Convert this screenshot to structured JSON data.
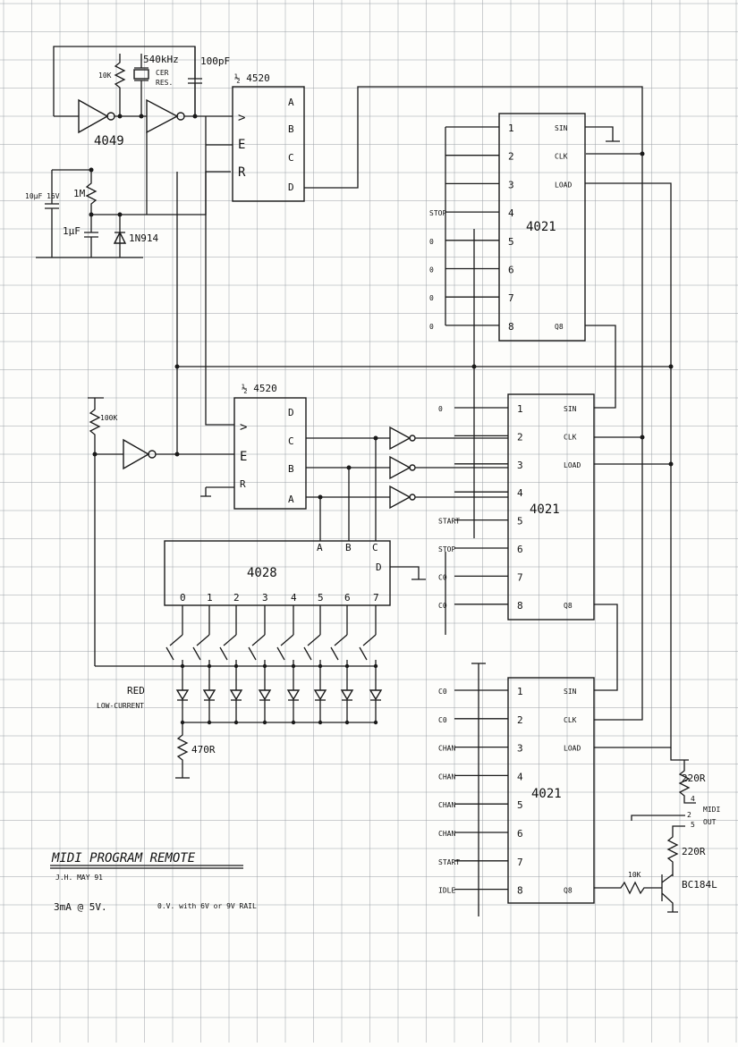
{
  "title": "MIDI PROGRAM REMOTE",
  "author_date": "J.H. MAY 91",
  "supply_note": "3mA @ 5V.",
  "rail_note": "0.V. with 6V or 9V RAIL",
  "oscillator": {
    "resistor": "10K",
    "crystal": "540kHz",
    "crystal_sub1": "CER",
    "crystal_sub2": "RES.",
    "capacitor": "100pF",
    "inverter_ic": "4049"
  },
  "reset_circuit": {
    "cap_main": "10µF 16V",
    "resistor": "1M",
    "cap_small": "1µF",
    "diode": "1N914"
  },
  "counter_top": {
    "name": "½ 4520",
    "inputs": [
      ">",
      "E",
      "R"
    ],
    "outputs": [
      "A",
      "B",
      "C",
      "D"
    ]
  },
  "counter_mid": {
    "name": "½ 4520",
    "inputs": [
      ">",
      "E",
      "R"
    ],
    "outputs": [
      "D",
      "C",
      "B",
      "A"
    ],
    "pullup": "100K"
  },
  "decoder": {
    "name": "4028",
    "inputs": [
      "A",
      "B",
      "C",
      "D"
    ],
    "outputs": [
      "0",
      "1",
      "2",
      "3",
      "4",
      "5",
      "6",
      "7"
    ],
    "led_label_1": "RED",
    "led_label_2": "LOW-CURRENT",
    "resistor": "470R"
  },
  "shift_registers": [
    {
      "name": "4021",
      "pins": [
        "1",
        "2",
        "3",
        "4",
        "5",
        "6",
        "7",
        "8"
      ],
      "right_pins": [
        "SIN",
        "CLK",
        "LOAD",
        "Q8"
      ],
      "inputs": [
        "",
        "",
        "",
        "STOP",
        "0",
        "0",
        "0",
        "0"
      ]
    },
    {
      "name": "4021",
      "pins": [
        "1",
        "2",
        "3",
        "4",
        "5",
        "6",
        "7",
        "8"
      ],
      "right_pins": [
        "SIN",
        "CLK",
        "LOAD",
        "Q8"
      ],
      "inputs": [
        "0",
        "",
        "",
        "",
        "START",
        "STOP",
        "C0",
        "C0"
      ]
    },
    {
      "name": "4021",
      "pins": [
        "1",
        "2",
        "3",
        "4",
        "5",
        "6",
        "7",
        "8"
      ],
      "right_pins": [
        "SIN",
        "CLK",
        "LOAD",
        "Q8"
      ],
      "inputs": [
        "C0",
        "C0",
        "CHAN",
        "CHAN",
        "CHAN",
        "CHAN",
        "START",
        "IDLE"
      ]
    }
  ],
  "output_stage": {
    "r1": "220R",
    "r2": "220R",
    "r_base": "10K",
    "transistor": "BC184L",
    "connector": "MIDI",
    "connector_sub": "OUT",
    "pin4": "4",
    "pin2": "2",
    "pin5": "5"
  }
}
